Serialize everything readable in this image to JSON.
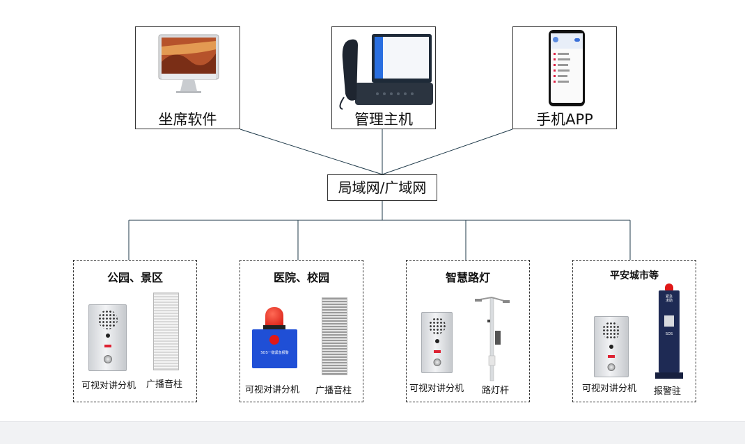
{
  "top": {
    "seat_software": "坐席软件",
    "host": "管理主机",
    "mobile_app": "手机APP"
  },
  "network": "局域网/广域网",
  "groups": [
    {
      "title": "公园、景区",
      "items": [
        "可视对讲分机",
        "广播音柱"
      ]
    },
    {
      "title": "医院、校园",
      "items": [
        "可视对讲分机",
        "广播音柱"
      ],
      "alarm_text": "SOS一键紧急报警"
    },
    {
      "title": "智慧路灯",
      "items": [
        "可视对讲分机",
        "路灯杆"
      ]
    },
    {
      "title": "平安城市等",
      "items": [
        "可视对讲分机",
        "报警驻"
      ],
      "pillar_text": "紧急求助",
      "pillar_sos": "SOS"
    }
  ],
  "colors": {
    "line": "#1f3a4a",
    "border": "#333333",
    "alarm_blue": "#1f4fd6",
    "alarm_red": "#e01818"
  }
}
